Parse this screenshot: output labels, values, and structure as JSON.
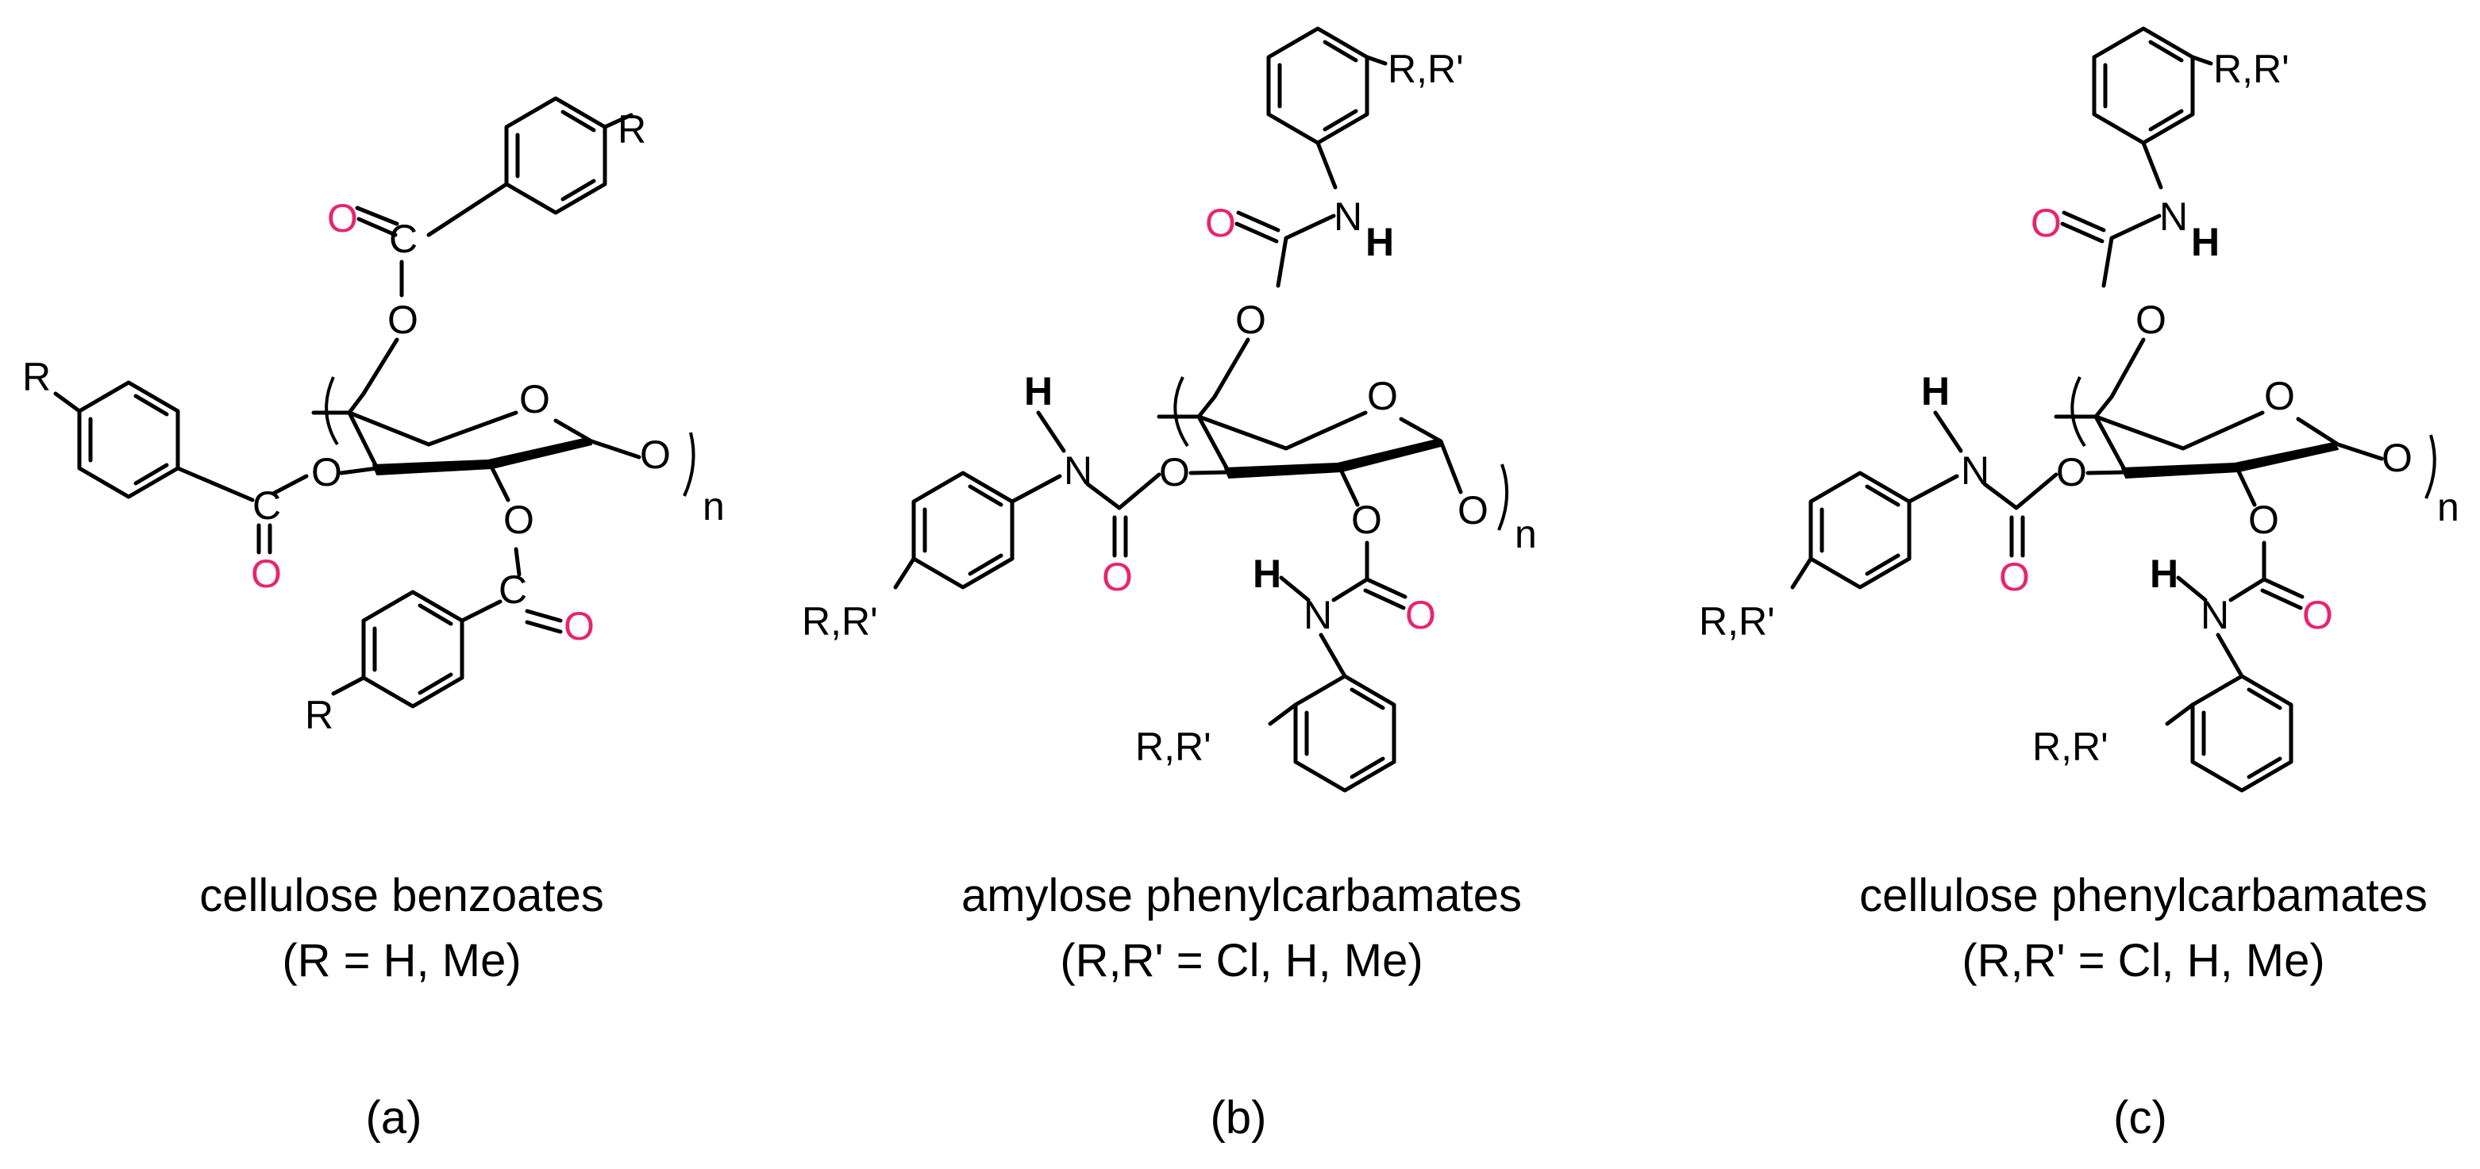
{
  "colors": {
    "oxygen_accent": "#e8246f",
    "text": "#000000",
    "background": "#ffffff"
  },
  "atoms": {
    "O": "O",
    "N": "N",
    "H": "H",
    "C": "C",
    "n": "n",
    "R": "R",
    "RR": "R,R'"
  },
  "panels": [
    {
      "name": "Cellulose benzoates",
      "line1": "cellulose benzoates",
      "line2": "(R = H, Me)",
      "tag": "(a)"
    },
    {
      "name": "Amylose phenylcarbamates",
      "line1": "amylose phenylcarbamates",
      "line2": "(R,R' = Cl, H, Me)",
      "tag": "(b)"
    },
    {
      "name": "Cellulose phenylcarbamates",
      "line1": "cellulose phenylcarbamates",
      "line2": "(R,R' = Cl, H, Me)",
      "tag": "(c)"
    }
  ]
}
